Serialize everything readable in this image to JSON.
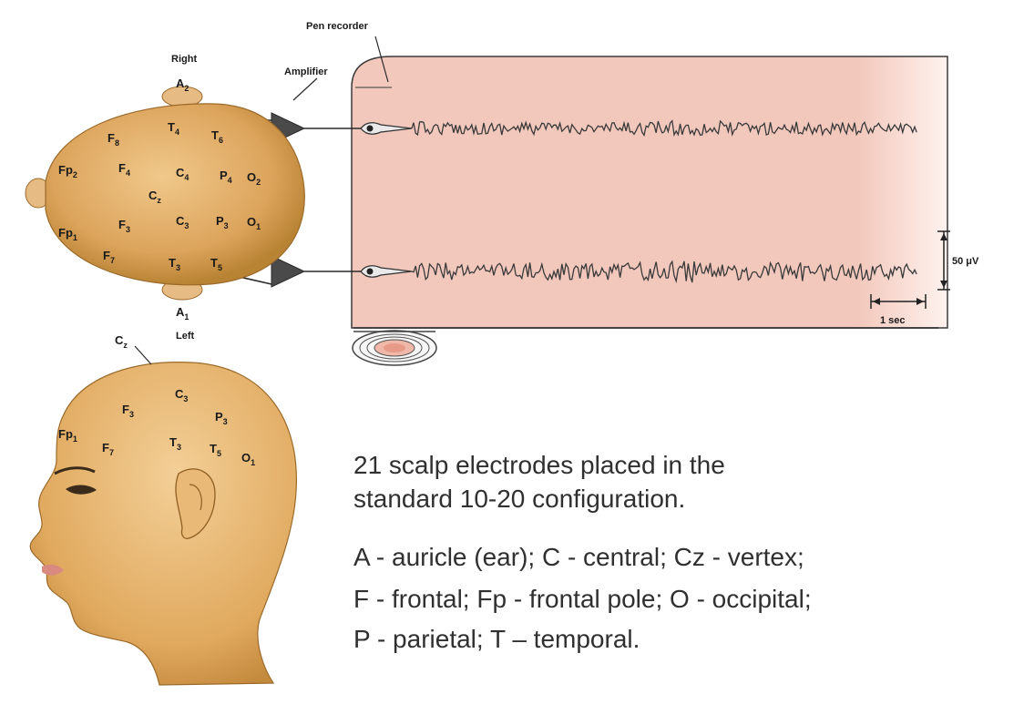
{
  "labels": {
    "pen_recorder": "Pen recorder",
    "amplifier": "Amplifier",
    "right": "Right",
    "left": "Left",
    "scale_voltage": "50 μV",
    "scale_time": "1 sec"
  },
  "top_head": {
    "a2": {
      "base": "A",
      "sub": "2"
    },
    "a1": {
      "base": "A",
      "sub": "1"
    },
    "f8": {
      "base": "F",
      "sub": "8"
    },
    "t4": {
      "base": "T",
      "sub": "4"
    },
    "t6": {
      "base": "T",
      "sub": "6"
    },
    "fp2": {
      "base": "Fp",
      "sub": "2"
    },
    "f4": {
      "base": "F",
      "sub": "4"
    },
    "c4": {
      "base": "C",
      "sub": "4"
    },
    "p4": {
      "base": "P",
      "sub": "4"
    },
    "o2": {
      "base": "O",
      "sub": "2"
    },
    "cz": {
      "base": "C",
      "sub": "z"
    },
    "fp1": {
      "base": "Fp",
      "sub": "1"
    },
    "f3": {
      "base": "F",
      "sub": "3"
    },
    "c3": {
      "base": "C",
      "sub": "3"
    },
    "p3": {
      "base": "P",
      "sub": "3"
    },
    "o1": {
      "base": "O",
      "sub": "1"
    },
    "f7": {
      "base": "F",
      "sub": "7"
    },
    "t3": {
      "base": "T",
      "sub": "3"
    },
    "t5": {
      "base": "T",
      "sub": "5"
    }
  },
  "side_head": {
    "cz": {
      "base": "C",
      "sub": "z"
    },
    "fp1": {
      "base": "Fp",
      "sub": "1"
    },
    "f3": {
      "base": "F",
      "sub": "3"
    },
    "c3": {
      "base": "C",
      "sub": "3"
    },
    "p3": {
      "base": "P",
      "sub": "3"
    },
    "f7": {
      "base": "F",
      "sub": "7"
    },
    "t3": {
      "base": "T",
      "sub": "3"
    },
    "t5": {
      "base": "T",
      "sub": "5"
    },
    "o1": {
      "base": "O",
      "sub": "1"
    }
  },
  "description": {
    "line1": "21 scalp electrodes placed in the",
    "line2": "standard 10-20 configuration.",
    "line3": "A - auricle (ear); C - central; Cz - vertex;",
    "line4": "F - frontal; Fp - frontal pole; O - occipital;",
    "line5": "P -  parietal; T – temporal."
  },
  "colors": {
    "paper": "#f2c8bc",
    "skin": "#e2b06a",
    "skin_shadow": "#c98d3a",
    "ink": "#2a2a2a",
    "text": "#303030"
  }
}
